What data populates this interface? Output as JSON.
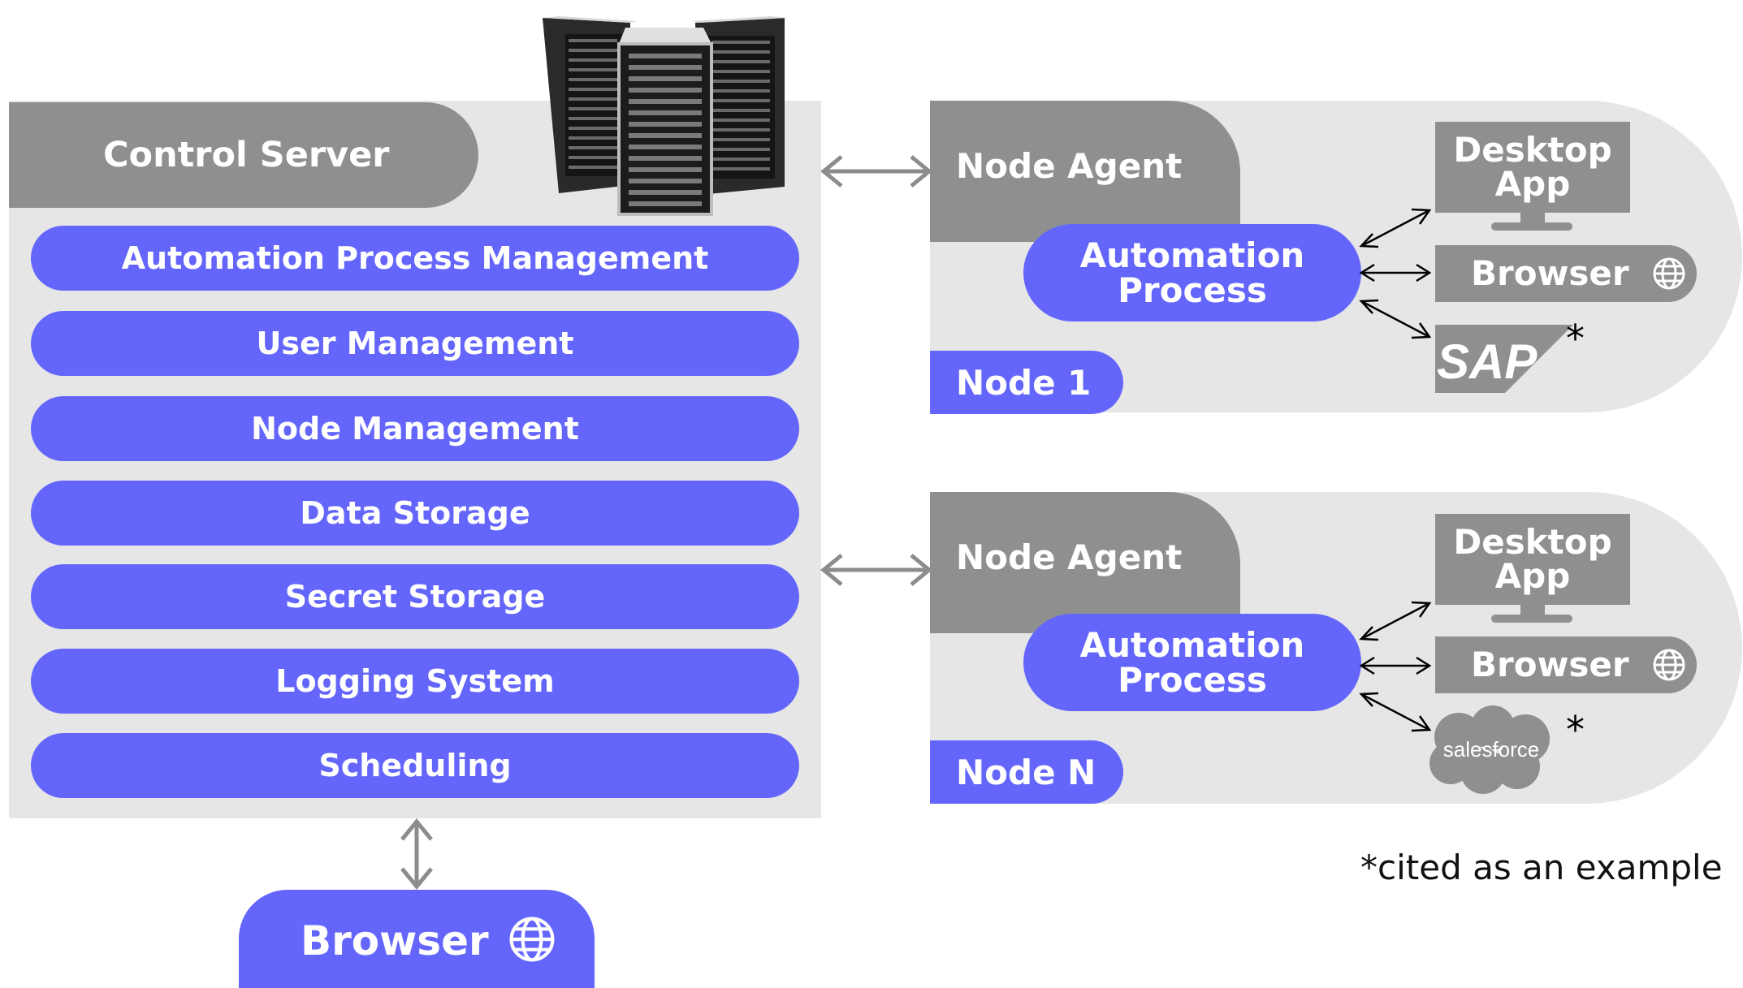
{
  "control_server": {
    "title": "Control Server",
    "modules": [
      "Automation Process Management",
      "User Management",
      "Node Management",
      "Data Storage",
      "Secret Storage",
      "Logging System",
      "Scheduling"
    ]
  },
  "nodes": [
    {
      "agent": "Node Agent",
      "process_line1": "Automation",
      "process_line2": "Process",
      "label": "Node 1",
      "desktop_line1": "Desktop",
      "desktop_line2": "App",
      "browser": "Browser",
      "logo": "SAP",
      "asterisk": "*"
    },
    {
      "agent": "Node Agent",
      "process_line1": "Automation",
      "process_line2": "Process",
      "label": "Node N",
      "desktop_line1": "Desktop",
      "desktop_line2": "App",
      "browser": "Browser",
      "logo": "salesforce",
      "asterisk": "*"
    }
  ],
  "bottom_browser": "Browser",
  "footnote": "*cited as an example",
  "icons": [
    "server-rack-icon",
    "globe-icon",
    "sap-logo",
    "salesforce-logo"
  ],
  "colors": {
    "accent_purple": "#6466fb",
    "tab_gray": "#8f8f8f",
    "panel_gray": "#e6e6e6",
    "arrow_gray": "#8c8c8c"
  }
}
